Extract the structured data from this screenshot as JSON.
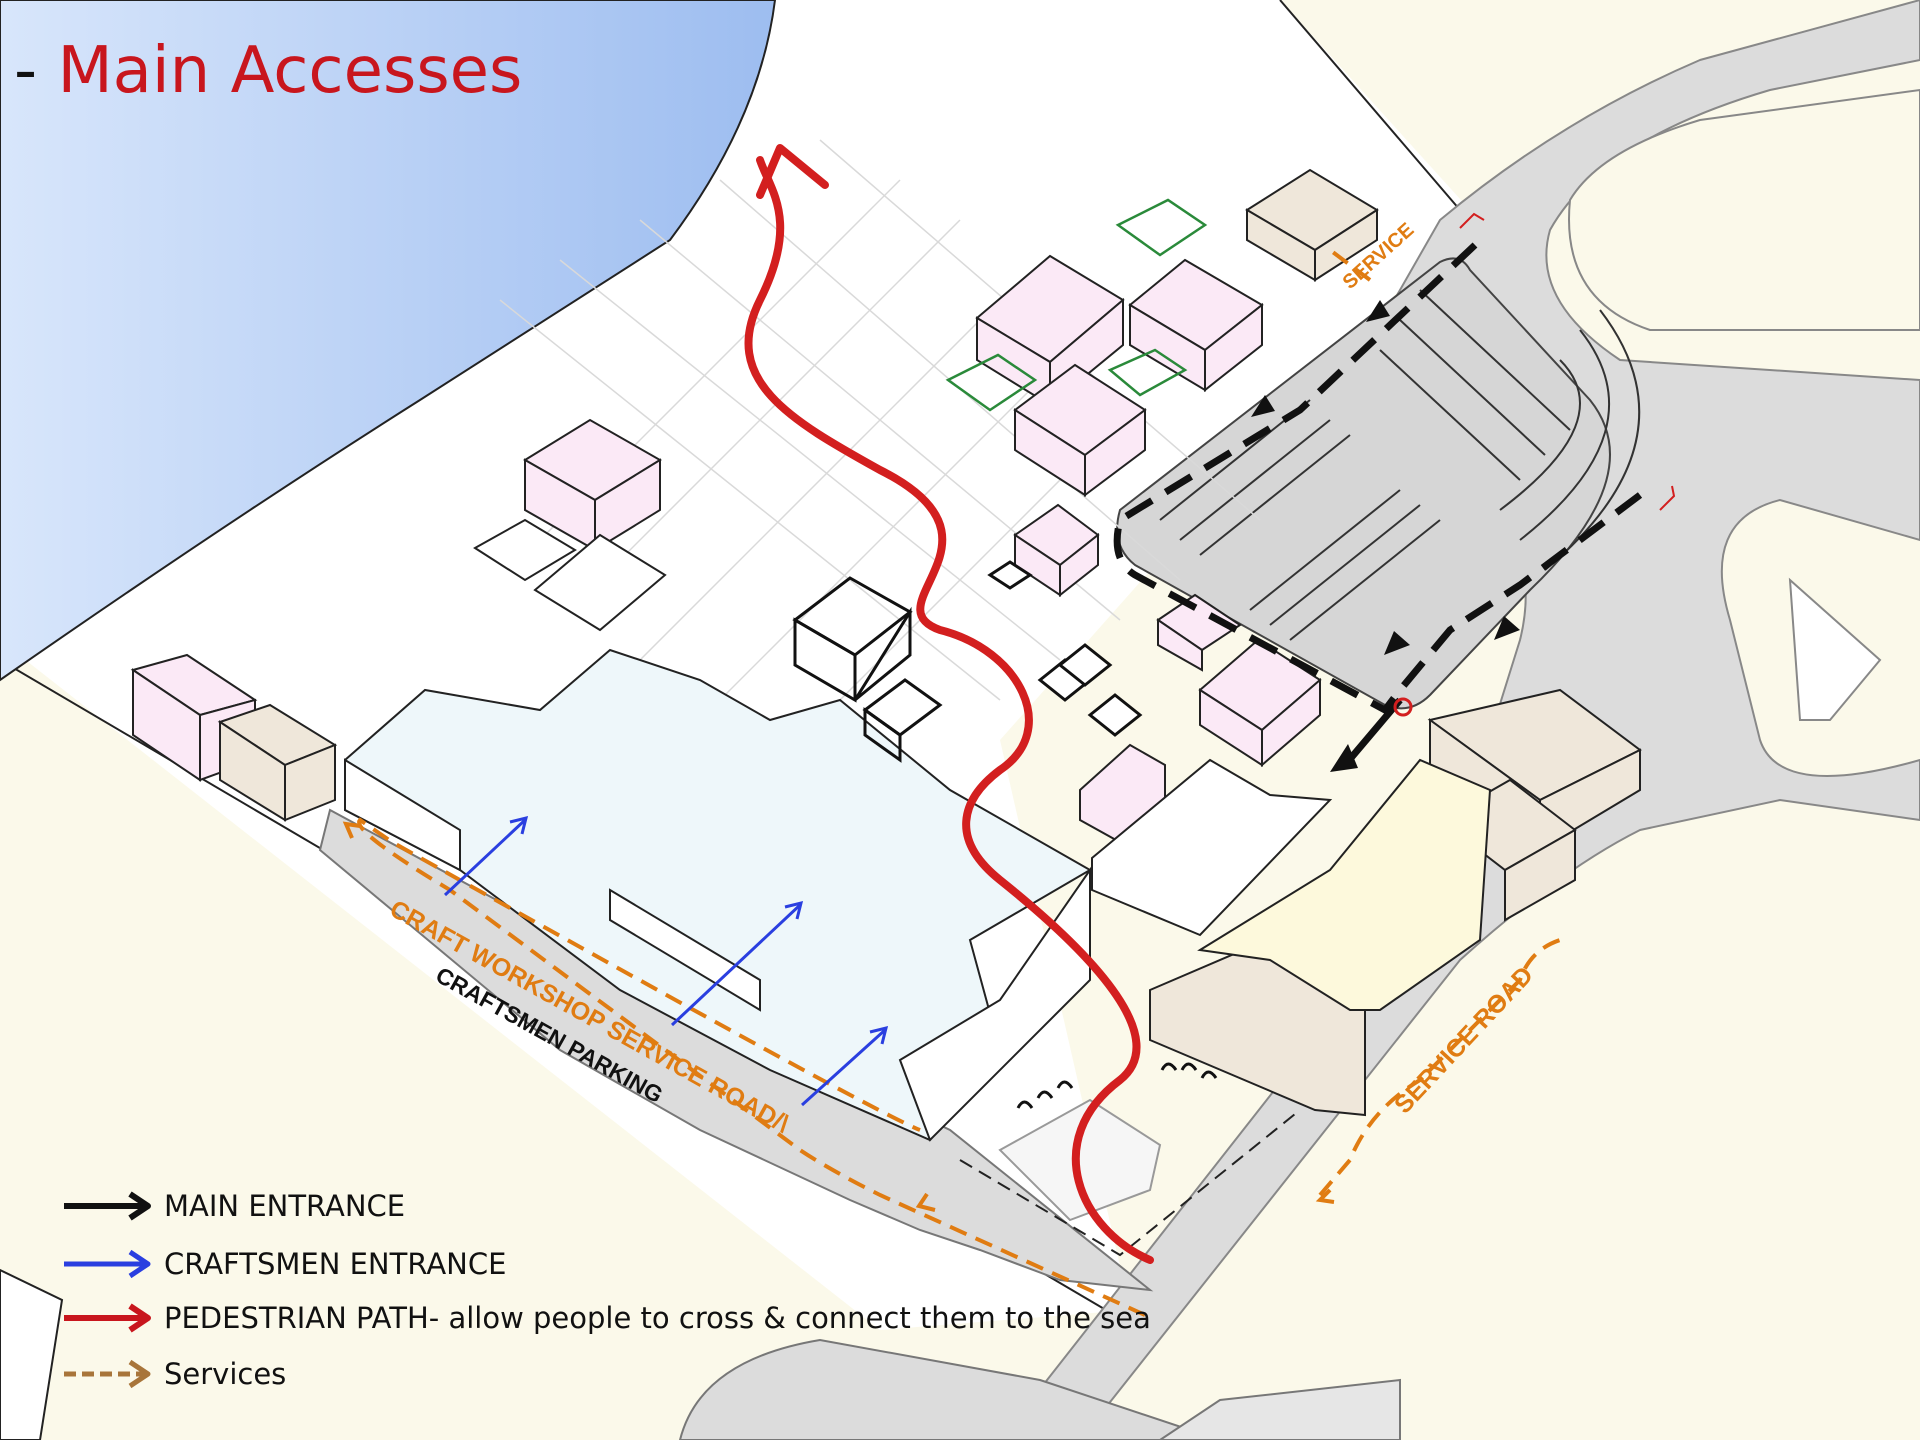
{
  "title": {
    "prefix": "-",
    "text": "Main Accesses"
  },
  "colors": {
    "sea": "#a9c6f2",
    "main_entrance": "#111111",
    "craftsmen_entrance": "#2a3fe0",
    "pedestrian_path": "#d31f1f",
    "services": "#e07c12",
    "services_legend": "#a8753a"
  },
  "map_labels": {
    "service_top": "SERVICE",
    "craft_workshop_service_road": "CRAFT WORKSHOP SERVICE ROAD/\\",
    "craftsmen_parking": "CRAFTSMEN PARKING",
    "service_road": "SERVICE  ROAD"
  },
  "legend": [
    {
      "icon": "black-arrow-icon",
      "label": "MAIN ENTRANCE"
    },
    {
      "icon": "blue-arrow-icon",
      "label": "CRAFTSMEN ENTRANCE"
    },
    {
      "icon": "red-arrow-icon",
      "label": "PEDESTRIAN PATH- allow people to cross & connect them to the sea"
    },
    {
      "icon": "dashed-arrow-icon",
      "label": "Services"
    }
  ]
}
